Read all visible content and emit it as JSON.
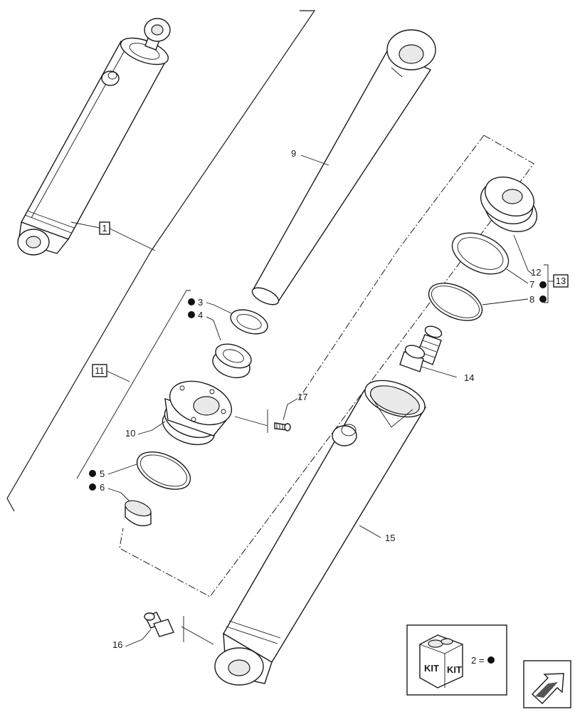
{
  "callouts": {
    "n1": "1",
    "n2": "2",
    "n3": "3",
    "n4": "4",
    "n5": "5",
    "n6": "6",
    "n7": "7",
    "n8": "8",
    "n9": "9",
    "n10": "10",
    "n11": "11",
    "n12": "12",
    "n13": "13",
    "n14": "14",
    "n15": "15",
    "n16": "16",
    "n17": "17"
  },
  "kit_legend": {
    "box_text_left": "KIT",
    "box_text_right": "KIT",
    "equation": "2 ="
  }
}
